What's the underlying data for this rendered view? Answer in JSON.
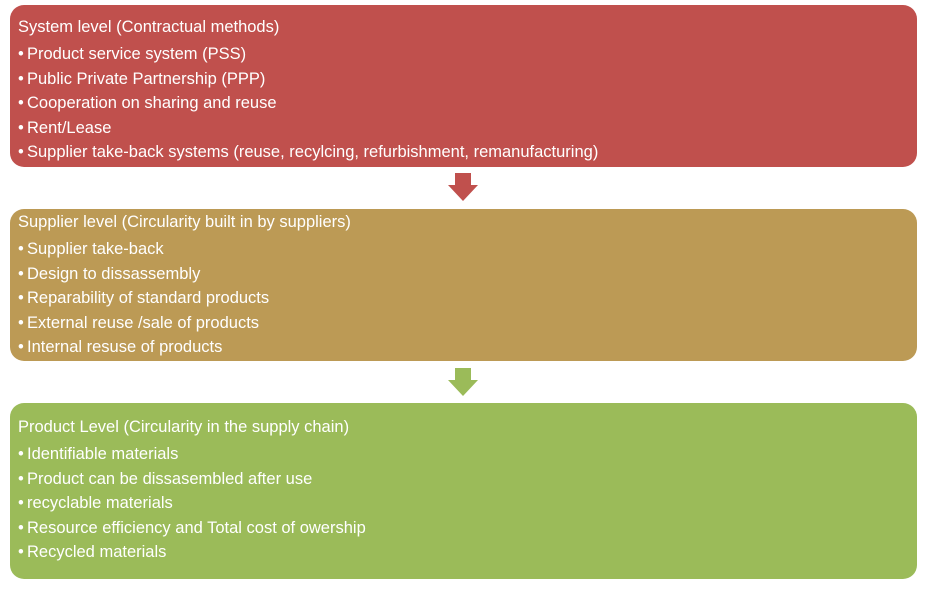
{
  "colors": {
    "system": "#c0504d",
    "supplier": "#bc9a55",
    "product": "#9bbb59",
    "text": "#ffffff"
  },
  "levels": [
    {
      "title": "System level (Contractual methods)",
      "items": [
        "Product service system (PSS)",
        "Public Private Partnership (PPP)",
        "Cooperation on sharing and reuse",
        "Rent/Lease",
        "Supplier take-back systems (reuse, recylcing, refurbishment, remanufacturing)"
      ]
    },
    {
      "title": "Supplier level (Circularity built in by suppliers)",
      "items": [
        "Supplier take-back",
        "Design to dissassembly",
        "Reparability of standard products",
        "External reuse /sale of products",
        "Internal resuse of products"
      ]
    },
    {
      "title": "Product Level (Circularity in the supply chain)",
      "items": [
        "Identifiable materials",
        "Product can be dissasembled after use",
        "recyclable materials",
        "Resource efficiency and Total cost of owership",
        "Recycled materials"
      ]
    }
  ],
  "arrows": [
    {
      "icon": "down-arrow-icon",
      "color": "#c0504d"
    },
    {
      "icon": "down-arrow-icon",
      "color": "#9bbb59"
    }
  ]
}
